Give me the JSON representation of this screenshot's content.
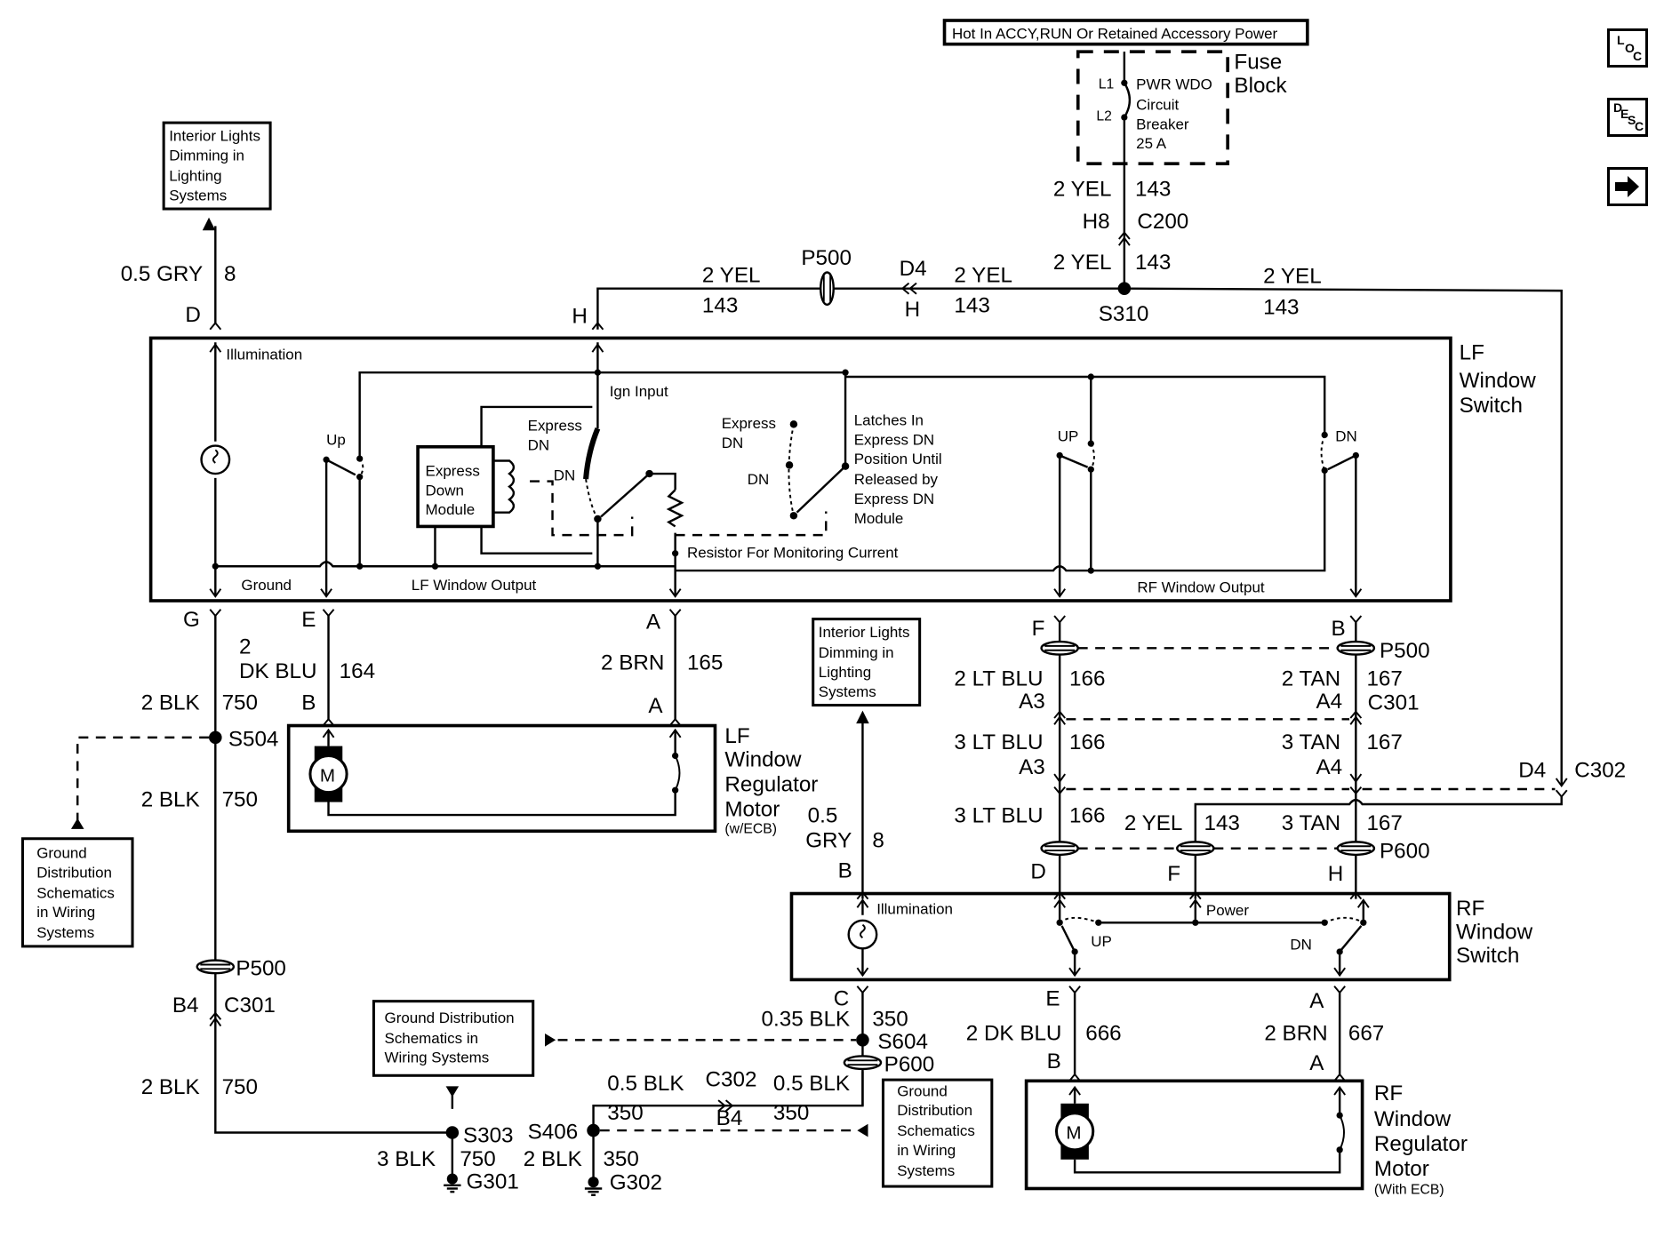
{
  "nav": {
    "loc": {
      "letters": [
        "L",
        "O",
        "C"
      ],
      "icon": "loc-icon"
    },
    "desc": {
      "letters": [
        "D",
        "E",
        "S",
        "C"
      ],
      "icon": "desc-icon"
    },
    "next": {
      "icon": "right-arrow-icon"
    }
  },
  "power": {
    "header": "Hot In ACCY,RUN Or Retained Accessory Power",
    "fuse_block_label": [
      "Fuse",
      "Block"
    ],
    "breaker_pins": [
      "L1",
      "L2"
    ],
    "breaker_label": [
      "PWR WDO",
      "Circuit",
      "Breaker",
      "25 A"
    ],
    "feed": {
      "wire": "2 YEL",
      "circuit": "143",
      "pin": "H8",
      "connector": "C200"
    },
    "feed2": {
      "wire": "2 YEL",
      "circuit": "143"
    },
    "splice": "S310"
  },
  "top_bus": {
    "left": {
      "wire": "2 YEL",
      "circuit": "143",
      "pin": "H"
    },
    "inline": {
      "connector": "P500"
    },
    "mid": {
      "wire": "2 YEL",
      "circuit": "143",
      "pin_top": "D4",
      "pin_bottom": "H"
    },
    "right": {
      "wire": "2 YEL",
      "circuit": "143"
    }
  },
  "interior_ref_top": {
    "text": [
      "Interior Lights",
      "Dimming in",
      "Lighting",
      "Systems"
    ],
    "wire": "0.5 GRY",
    "circuit": "8",
    "pin": "D"
  },
  "lf_switch": {
    "title": [
      "LF",
      "Window",
      "Switch"
    ],
    "labels": {
      "illumination": "Illumination",
      "ground": "Ground",
      "lf_output": "LF Window Output",
      "rf_output": "RF Window Output",
      "ign_input": "Ign Input",
      "up": "Up",
      "express_dn_1": [
        "Express",
        "DN"
      ],
      "dn_1": "DN",
      "express_dn_2": [
        "Express",
        "DN"
      ],
      "dn_2": "DN",
      "latch_note": [
        "Latches In",
        "Express DN",
        "Position Until",
        "Released by",
        "Express DN",
        "Module"
      ],
      "resistor_note": "Resistor For Monitoring Current",
      "module": [
        "Express",
        "Down",
        "Module"
      ],
      "rf_up": "UP",
      "rf_dn": "DN"
    },
    "pins_bottom": [
      "G",
      "E",
      "A",
      "F",
      "B"
    ]
  },
  "lf_ground": {
    "wire_top": "2 BLK",
    "circuit_top": "750",
    "splice": "S504",
    "wire_mid": "2 BLK",
    "circuit_mid": "750",
    "inline": "P500",
    "pin": "B4",
    "connector": "C301",
    "wire_low": "2 BLK",
    "circuit_low": "750"
  },
  "ground_ref_left": {
    "text": [
      "Ground",
      "Distribution",
      "Schematics",
      "in Wiring",
      "Systems"
    ]
  },
  "lf_motor": {
    "title": [
      "LF",
      "Window",
      "Regulator",
      "Motor"
    ],
    "subtitle": "(w/ECB)",
    "motor_symbol": "M",
    "wire_e": {
      "gauge": "2",
      "color": "DK BLU",
      "circuit": "164",
      "pin_top": "E",
      "pin_bottom": "B"
    },
    "wire_a": {
      "wire": "2 BRN",
      "circuit": "165",
      "pin_top": "A",
      "pin_bottom": "A"
    }
  },
  "interior_ref_mid": {
    "text": [
      "Interior Lights",
      "Dimming in",
      "Lighting",
      "Systems"
    ],
    "wire_gauge": "0.5",
    "wire_color": "GRY",
    "circuit": "8",
    "pin": "B"
  },
  "rf_harness": {
    "col_f": {
      "pin_top": "F",
      "wire1": "2 LT BLU",
      "pin1": "A3",
      "circuit": "166",
      "wire2": "3 LT BLU",
      "pin2": "A3",
      "wire3": "3 LT BLU",
      "pin_bottom": "D"
    },
    "col_b": {
      "pin_top": "B",
      "wire1": "2 TAN",
      "pin1": "A4",
      "circuit": "167",
      "wire2": "3 TAN",
      "pin2": "A4",
      "wire3": "3 TAN",
      "pin_bottom": "H"
    },
    "inline_top": "P500",
    "connector_mid": "C301",
    "inline_bottom": "P600",
    "power_tap": {
      "wire": "2 YEL",
      "circuit": "143",
      "pin": "F"
    },
    "return": {
      "pin": "D4",
      "connector": "C302"
    }
  },
  "rf_switch": {
    "title": [
      "RF",
      "Window",
      "Switch"
    ],
    "labels": {
      "illumination": "Illumination",
      "power": "Power",
      "up": "UP",
      "dn": "DN"
    },
    "pin_c": "C",
    "pin_e": "E",
    "pin_a": "A"
  },
  "rf_ground": {
    "wire": "0.35 BLK",
    "circuit": "350",
    "splice": "S604",
    "inline": "P600",
    "jumper_left": {
      "wire": "0.5 BLK",
      "circuit": "350"
    },
    "jumper_right": {
      "wire": "0.5 BLK",
      "circuit": "350"
    },
    "jumper_connector": "C302",
    "jumper_pin": "B4"
  },
  "ground_ref_mid": {
    "text": [
      "Ground Distribution",
      "Schematics in",
      "Wiring Systems"
    ]
  },
  "ground_ref_right": {
    "text": [
      "Ground",
      "Distribution",
      "Schematics",
      "in Wiring",
      "Systems"
    ]
  },
  "grounds": {
    "s303": {
      "splice": "S303",
      "wire": "3 BLK",
      "circuit": "750",
      "ground": "G301"
    },
    "s406": {
      "splice": "S406",
      "wire": "2 BLK",
      "circuit": "350",
      "ground": "G302"
    }
  },
  "rf_motor": {
    "title": [
      "RF",
      "Window",
      "Regulator",
      "Motor"
    ],
    "subtitle": "(With ECB)",
    "motor_symbol": "M",
    "wire_e": {
      "wire": "2 DK BLU",
      "circuit": "666",
      "pin_bottom": "B"
    },
    "wire_a": {
      "wire": "2 BRN",
      "circuit": "667",
      "pin_bottom": "A"
    }
  }
}
